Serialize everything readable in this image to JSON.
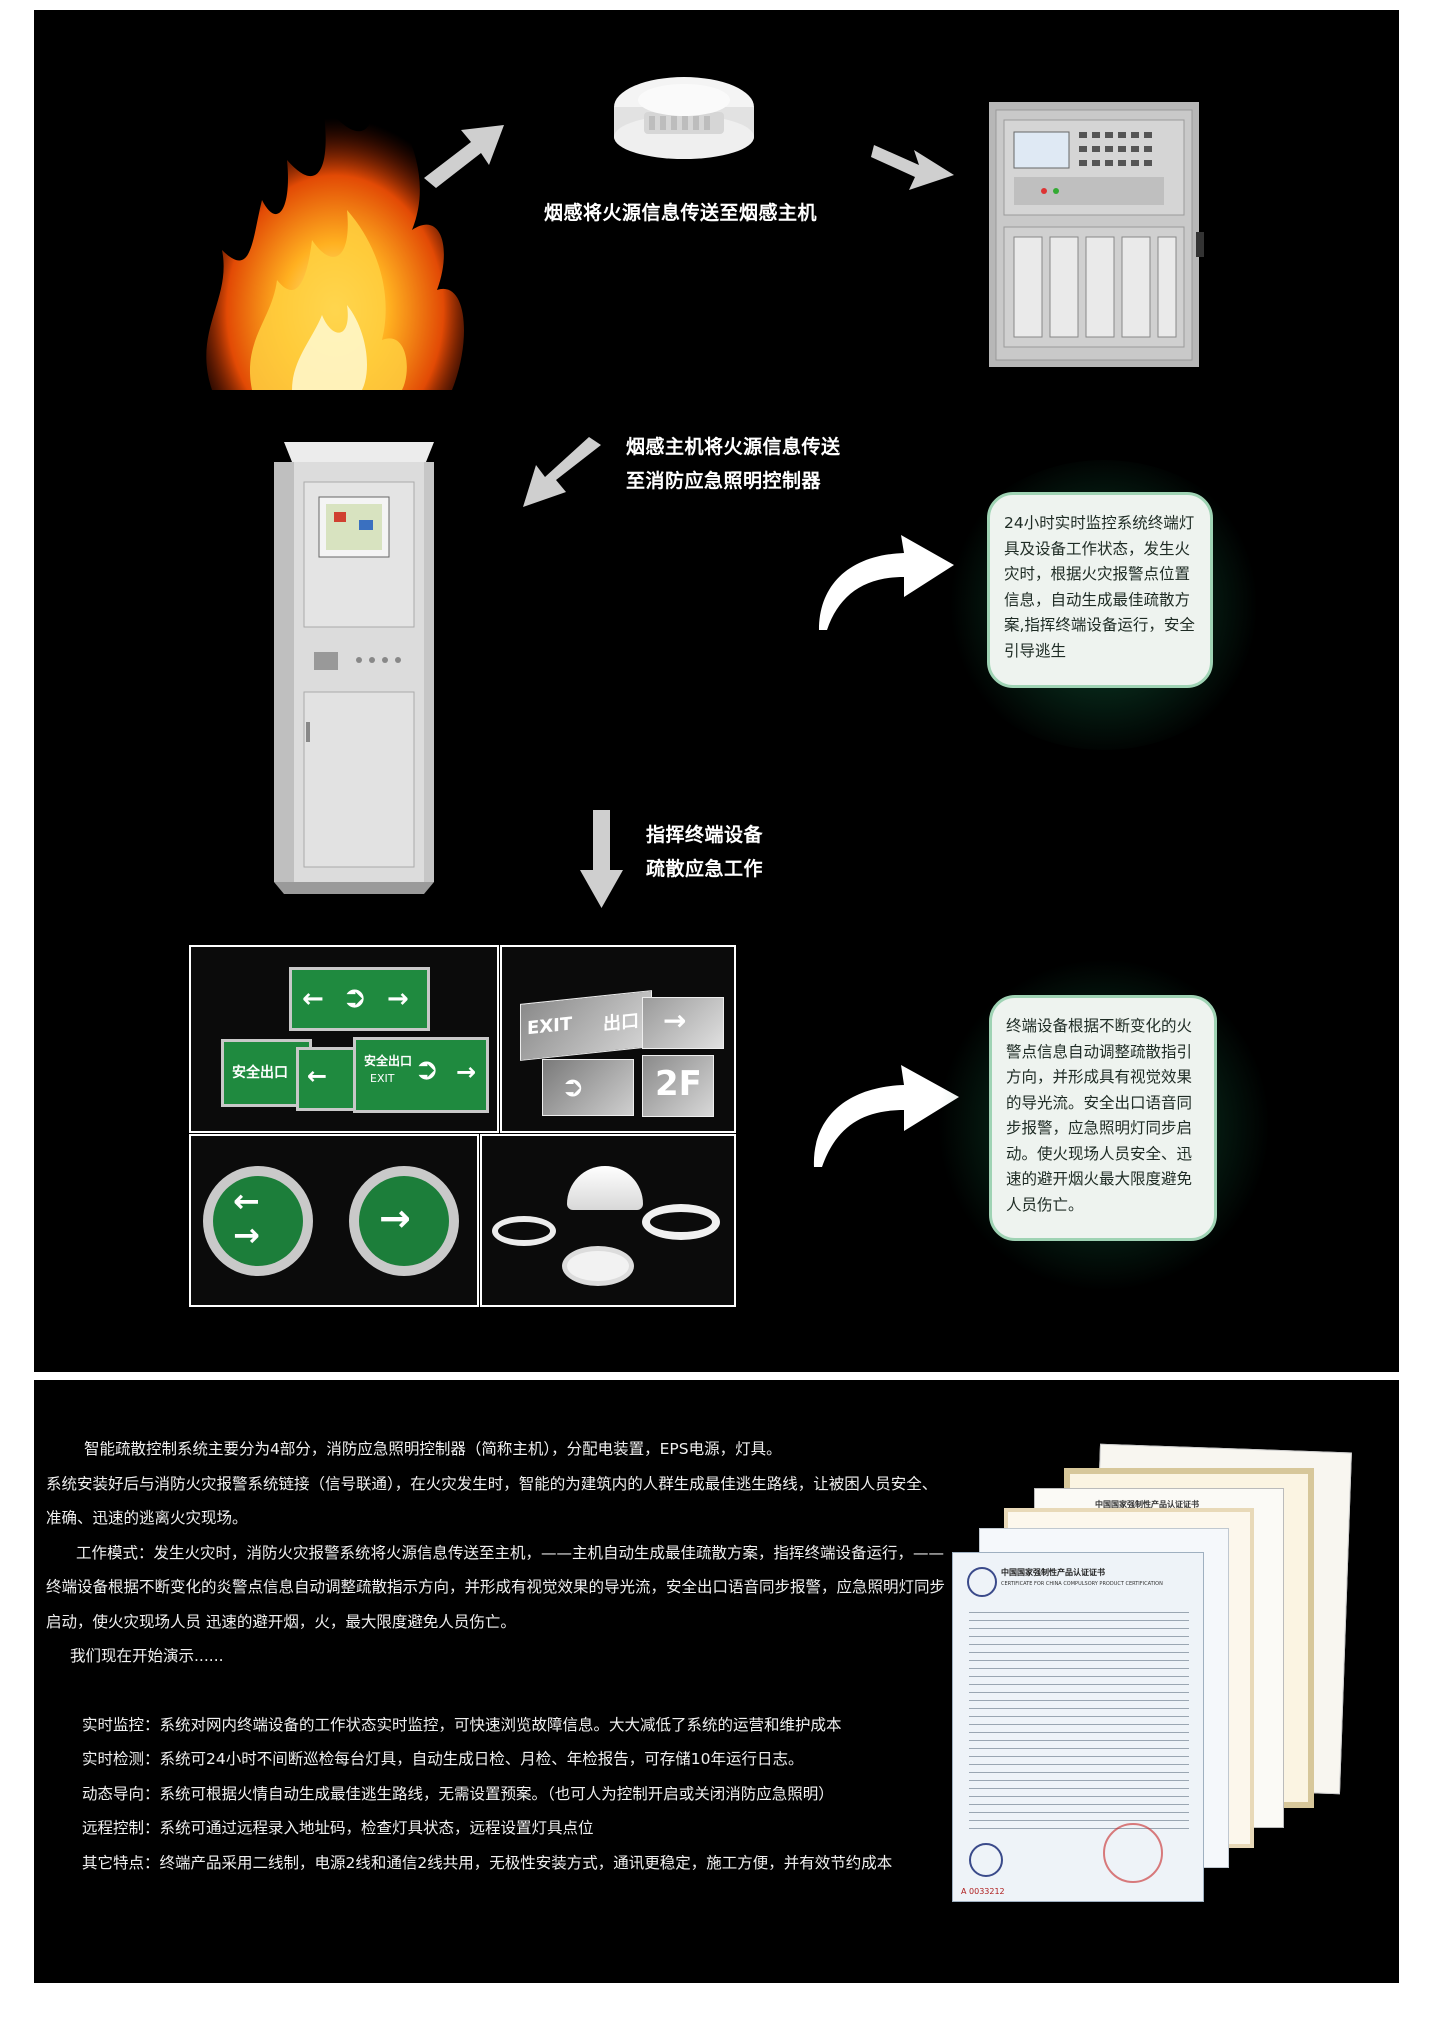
{
  "flow": {
    "step1_caption": "烟感将火源信息传送至烟感主机",
    "step2_caption_line1": "烟感主机将火源信息传送",
    "step2_caption_line2": "至消防应急照明控制器",
    "step3_caption_line1": "指挥终端设备",
    "step3_caption_line2": "疏散应急工作",
    "bubble_monitor": "24小时实时监控系统终端灯具及设备工作状态，发生火灾时，根据火灾报警点位置信息，自动生成最佳疏散方案,指挥终端设备运行，安全引导逃生",
    "bubble_terminal": "终端设备根据不断变化的火警点信息自动调整疏散指引方向，并形成具有视觉效果的导光流。安全出口语音同步报警，应急照明灯同步启动。使火现场人员安全、迅速的避开烟火最大限度避免人员伤亡。"
  },
  "signs": {
    "exit_cn": "安全出口",
    "exit_en": "EXIT",
    "chukou": "出口",
    "floor": "2F"
  },
  "description": {
    "p1": "智能疏散控制系统主要分为4部分，消防应急照明控制器（简称主机），分配电装置，EPS电源，灯具。",
    "p2": "系统安装好后与消防火灾报警系统链接（信号联通），在火灾发生时，智能的为建筑内的人群生成最佳逃生路线，让被困人员安全、准确、迅速的逃离火灾现场。",
    "p3": "工作模式：发生火灾时，消防火灾报警系统将火源信息传送至主机，——主机自动生成最佳疏散方案，指挥终端设备运行，——终端设备根据不断变化的炎警点信息自动调整疏散指示方向，并形成有视觉效果的导光流，安全出口语音同步报警，应急照明灯同步启动，使火灾现场人员 迅速的避开烟，火，最大限度避免人员伤亡。",
    "p4": "我们现在开始演示......",
    "features": [
      "实时监控：系统对网内终端设备的工作状态实时监控，可快速浏览故障信息。大大减低了系统的运营和维护成本",
      "实时检测：系统可24小时不间断巡检每台灯具，自动生成日检、月检、年检报告，可存储10年运行日志。",
      "动态导向：系统可根据火情自动生成最佳逃生路线，无需设置预案。（也可人为控制开启或关闭消防应急照明）",
      "远程控制：系统可通过远程录入地址码，检查灯具状态，远程设置灯具点位",
      "其它特点：终端产品采用二线制，电源2线和通信2线共用，无极性安装方式，通讯更稳定，施工方便，并有效节约成本"
    ]
  },
  "certificate": {
    "title_cn": "中国国家强制性产品认证证书",
    "title_en": "CERTIFICATE FOR CHINA COMPULSORY PRODUCT CERTIFICATION",
    "back_title": "中国国家强制性产品认证证书",
    "serial": "A 0033212"
  }
}
